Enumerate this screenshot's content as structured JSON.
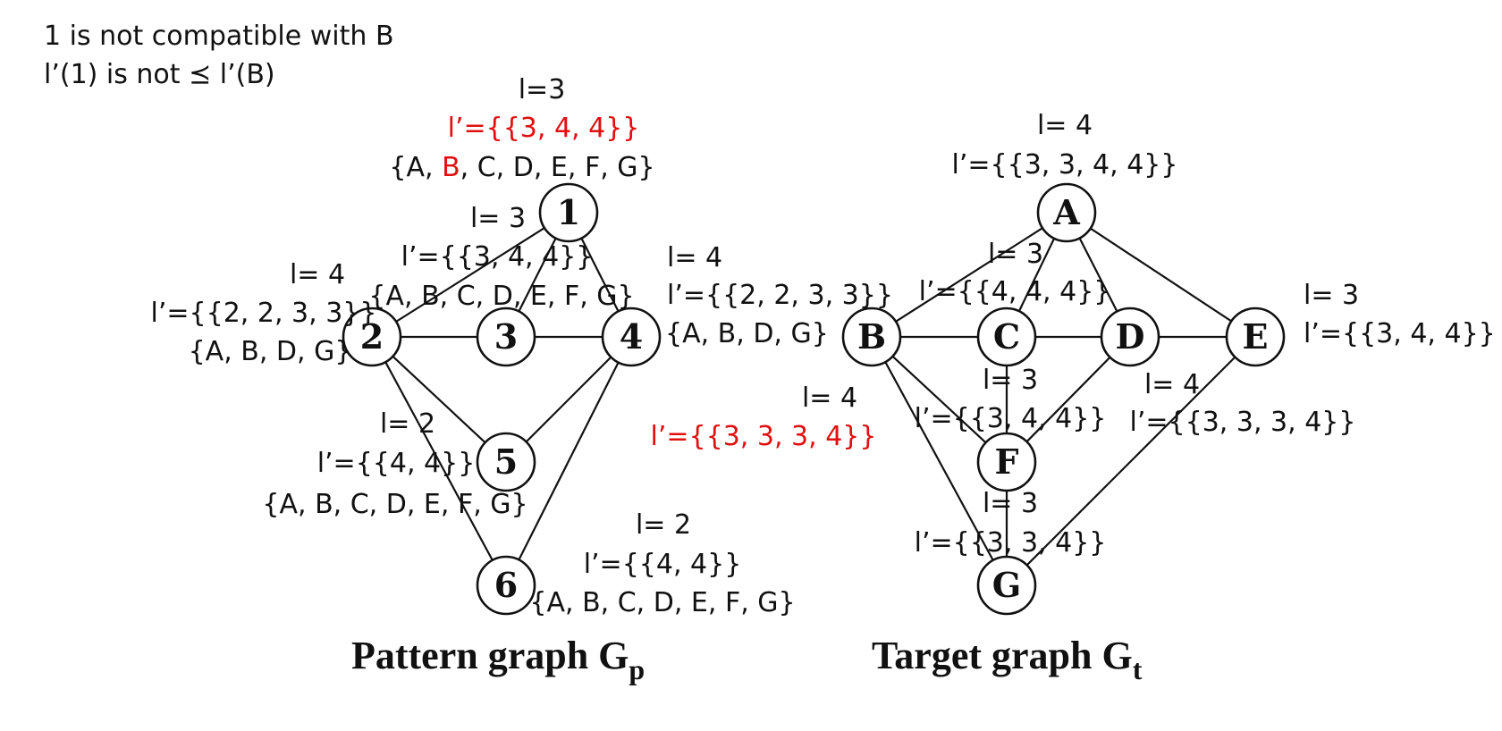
{
  "note": {
    "line1": "1 is not compatible with B",
    "line2": "l’(1) is not ⪯ l’(B)"
  },
  "captions": {
    "pattern_main": "Pattern graph G",
    "pattern_sub": "p",
    "target_main": "Target graph G",
    "target_sub": "t"
  },
  "pattern_graph": {
    "nodes": [
      {
        "id": "1",
        "label": "1"
      },
      {
        "id": "2",
        "label": "2"
      },
      {
        "id": "3",
        "label": "3"
      },
      {
        "id": "4",
        "label": "4"
      },
      {
        "id": "5",
        "label": "5"
      },
      {
        "id": "6",
        "label": "6"
      }
    ],
    "edges": [
      [
        "1",
        "2"
      ],
      [
        "1",
        "3"
      ],
      [
        "1",
        "4"
      ],
      [
        "2",
        "3"
      ],
      [
        "3",
        "4"
      ],
      [
        "2",
        "5"
      ],
      [
        "4",
        "5"
      ],
      [
        "2",
        "6"
      ],
      [
        "4",
        "6"
      ]
    ],
    "annotations": {
      "n1": {
        "l": "l=3",
        "lp": "l’={{3, 4, 4}}",
        "cand_open": "{A, ",
        "cand_red": "B",
        "cand_close": ", C, D, E, F, G}"
      },
      "n2": {
        "l": "l= 4",
        "lp": "l’={{2, 2, 3, 3}}",
        "cand": "{A, B, D, G}"
      },
      "n3": {
        "l": "l= 3",
        "lp": "l’={{3, 4, 4}}",
        "cand": "{A, B, C, D, E, F, G}"
      },
      "n4": {
        "l": "l= 4",
        "lp": "l’={{2, 2, 3, 3}}",
        "cand": "{A, B, D, G}"
      },
      "n5": {
        "l": "l= 2",
        "lp": "l’={{4, 4}}",
        "cand": "{A, B, C, D, E, F, G}"
      },
      "n6": {
        "l": "l= 2",
        "lp": "l’={{4, 4}}",
        "cand": "{A, B, C, D, E, F, G}"
      }
    }
  },
  "target_graph": {
    "nodes": [
      {
        "id": "A",
        "label": "A"
      },
      {
        "id": "B",
        "label": "B"
      },
      {
        "id": "C",
        "label": "C"
      },
      {
        "id": "D",
        "label": "D"
      },
      {
        "id": "E",
        "label": "E"
      },
      {
        "id": "F",
        "label": "F"
      },
      {
        "id": "G",
        "label": "G"
      }
    ],
    "edges": [
      [
        "A",
        "B"
      ],
      [
        "A",
        "C"
      ],
      [
        "A",
        "D"
      ],
      [
        "A",
        "E"
      ],
      [
        "B",
        "C"
      ],
      [
        "C",
        "D"
      ],
      [
        "D",
        "E"
      ],
      [
        "B",
        "F"
      ],
      [
        "D",
        "F"
      ],
      [
        "C",
        "F"
      ],
      [
        "B",
        "G"
      ],
      [
        "F",
        "G"
      ],
      [
        "E",
        "G"
      ]
    ],
    "annotations": {
      "A": {
        "l": "l= 4",
        "lp": "l’={{3, 3, 4, 4}}"
      },
      "B": {
        "l": "l= 4",
        "lp": "l’={{3, 3, 3, 4}}"
      },
      "C": {
        "l": "l= 3",
        "lp": "l’={{4, 4, 4}}"
      },
      "D": {
        "l": "l= 4",
        "lp": "l’={{3, 3, 3, 4}}"
      },
      "E": {
        "l": "l= 3",
        "lp": "l’={{3, 4, 4}}"
      },
      "F": {
        "l": "l= 3",
        "lp": "l’={{3, 4, 4}}"
      },
      "G": {
        "l": "l= 3",
        "lp": "l’={{3, 3, 4}}"
      }
    }
  },
  "colors": {
    "highlight": "#e01010",
    "ink": "#111111"
  }
}
